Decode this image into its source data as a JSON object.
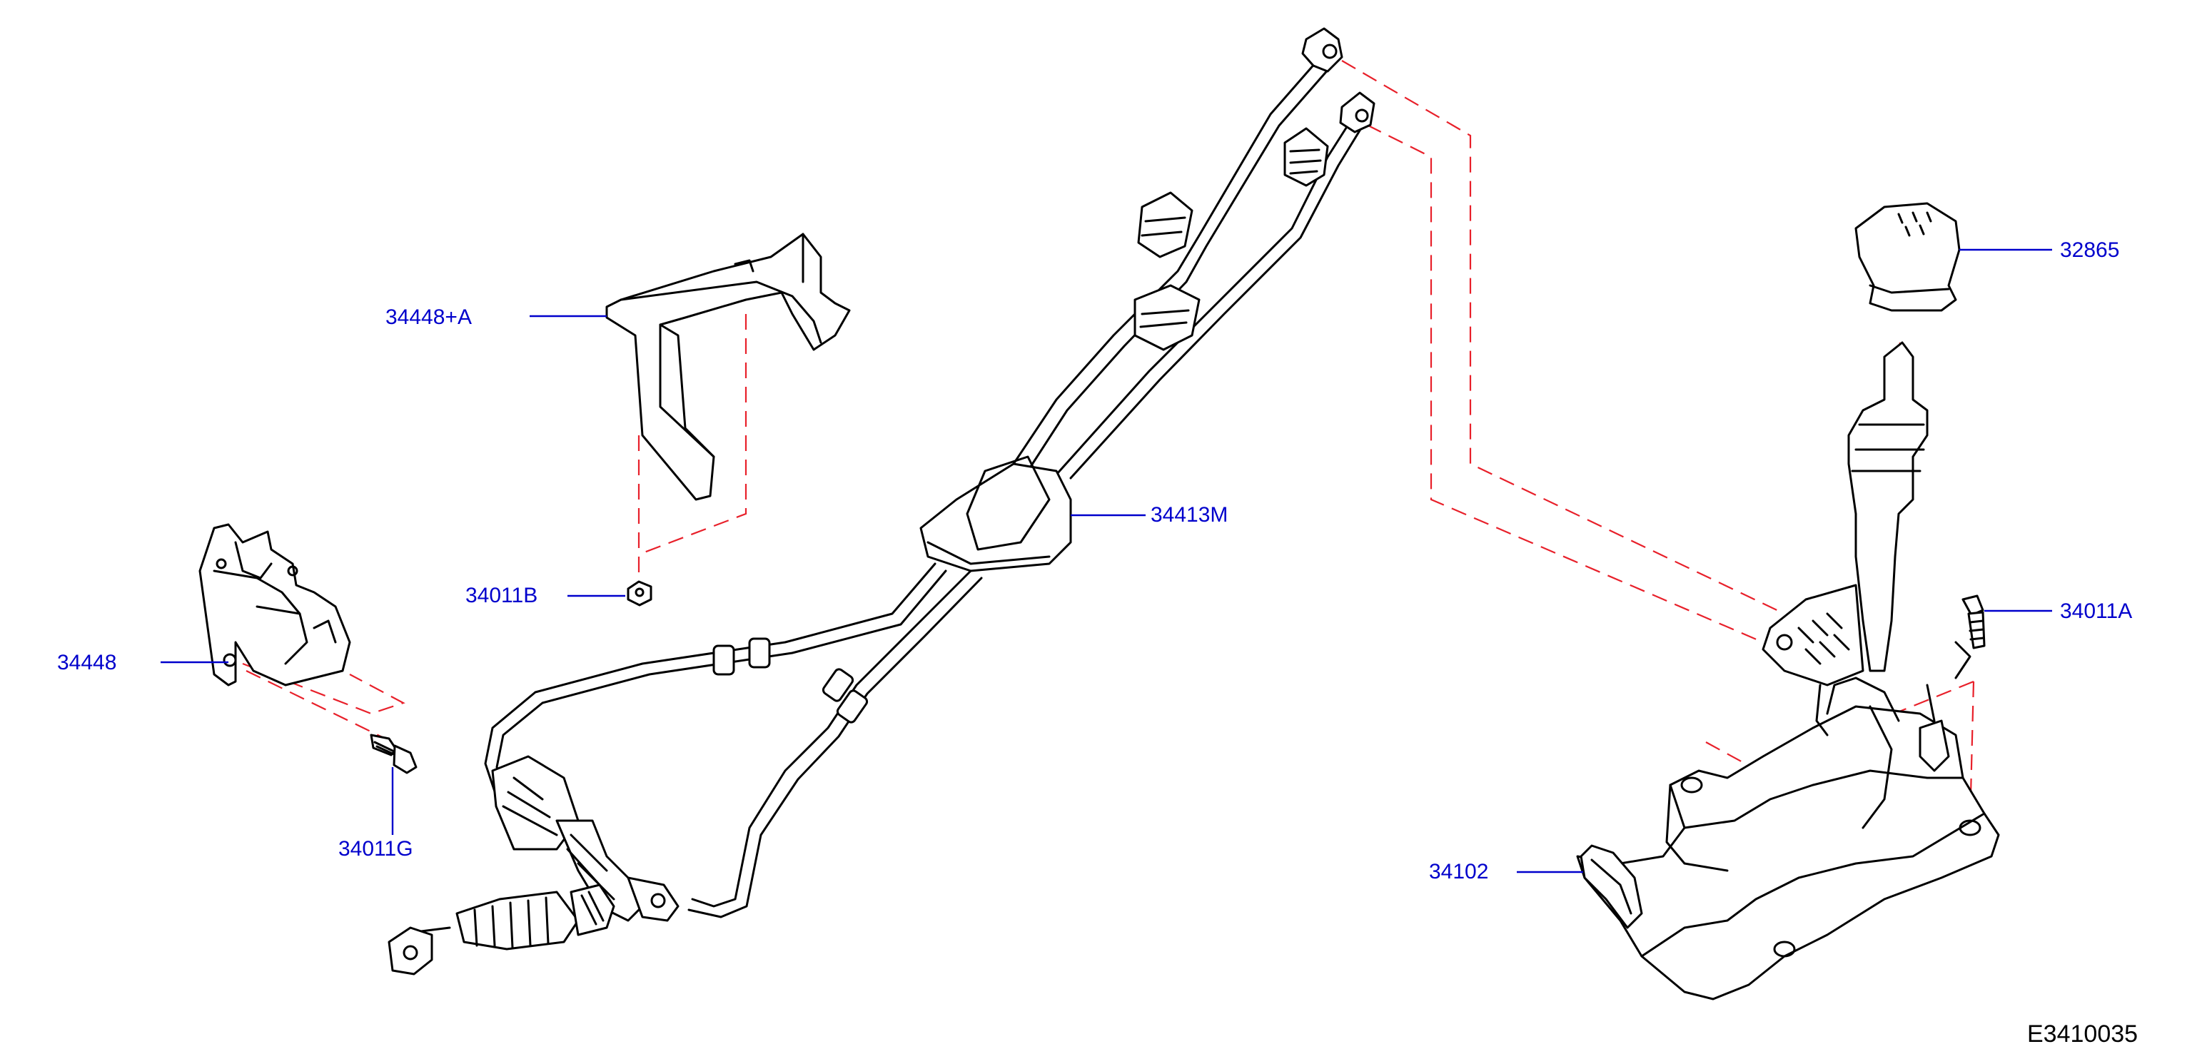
{
  "diagram_id": "E3410035",
  "callouts": {
    "p34448A": "34448+A",
    "p34011B": "34011B",
    "p34448": "34448",
    "p34011G": "34011G",
    "p34413M": "34413M",
    "p32865": "32865",
    "p34011A": "34011A",
    "p34102": "34102"
  },
  "colors": {
    "callout_text": "#0000cc",
    "leader": "#0000cc",
    "dashed_guides": "#e8202a",
    "linework": "#000000"
  }
}
